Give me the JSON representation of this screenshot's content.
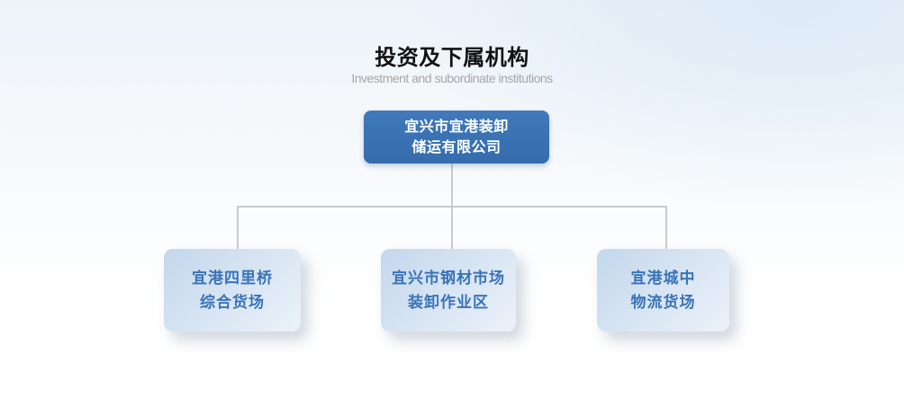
{
  "page": {
    "title": "投资及下属机构",
    "subtitle": "Investment and subordinate institutions"
  },
  "org_chart": {
    "type": "org-tree",
    "root": {
      "label_line1": "宜兴市宜港装卸",
      "label_line2": "储运有限公司"
    },
    "children": [
      {
        "label_line1": "宜港四里桥",
        "label_line2": "综合货场"
      },
      {
        "label_line1": "宜兴市钢材市场",
        "label_line2": "装卸作业区"
      },
      {
        "label_line1": "宜港城中",
        "label_line2": "物流货场"
      }
    ]
  },
  "colors": {
    "root_box": "#3a73b4",
    "root_text": "#ffffff",
    "child_box_gradient_start": "#c3d7ec",
    "child_box_gradient_end": "#ecf2fa",
    "child_text": "#3973b8",
    "connector": "#c8cacc",
    "title_text": "#121212",
    "subtitle_text": "#a6a6a6"
  }
}
